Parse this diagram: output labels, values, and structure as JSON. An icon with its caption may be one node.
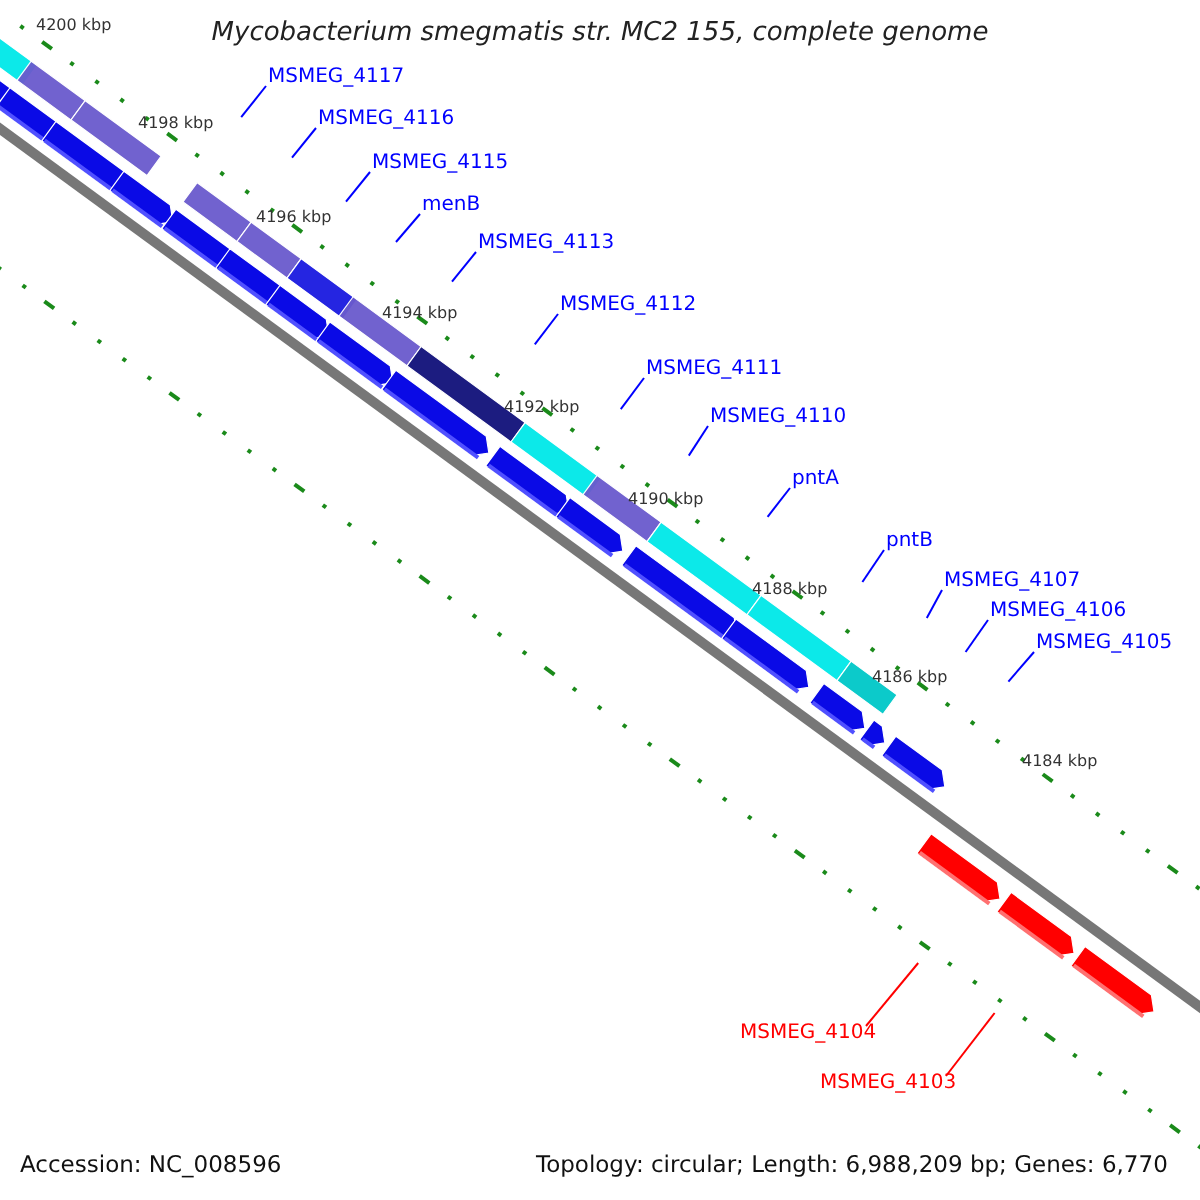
{
  "diagram": {
    "title": "Mycobacterium smegmatis str. MC2 155, complete genome",
    "nodes": [
      {
        "text": [
          "MSMEG_4117"
        ]
      },
      {
        "text": [
          "MSMEG_4116"
        ]
      },
      {
        "text": [
          "MSMEG_4115"
        ]
      },
      {
        "text": [
          "menB"
        ]
      },
      {
        "text": [
          "MSMEG_4113"
        ]
      },
      {
        "text": [
          "MSMEG_4112"
        ]
      },
      {
        "text": [
          "MSMEG_4111"
        ]
      },
      {
        "text": [
          "MSMEG_4110"
        ]
      },
      {
        "text": [
          "pntA"
        ]
      },
      {
        "text": [
          "pntB"
        ]
      },
      {
        "text": [
          "MSMEG_4107"
        ]
      },
      {
        "text": [
          "MSMEG_4106"
        ]
      },
      {
        "text": [
          "MSMEG_4105"
        ]
      },
      {
        "text": [
          "MSMEG_4104"
        ]
      },
      {
        "text": [
          "MSMEG_4103"
        ]
      }
    ],
    "edges": [
      {
        "from": 0,
        "to": null,
        "arrow": "none"
      },
      {
        "from": 1,
        "to": null,
        "arrow": "none"
      },
      {
        "from": 2,
        "to": null,
        "arrow": "none"
      },
      {
        "from": 3,
        "to": null,
        "arrow": "none"
      },
      {
        "from": 4,
        "to": null,
        "arrow": "none"
      },
      {
        "from": 5,
        "to": null,
        "arrow": "none"
      },
      {
        "from": 6,
        "to": null,
        "arrow": "none"
      },
      {
        "from": 7,
        "to": null,
        "arrow": "none"
      },
      {
        "from": 8,
        "to": null,
        "arrow": "none"
      },
      {
        "from": 9,
        "to": null,
        "arrow": "none"
      },
      {
        "from": 10,
        "to": null,
        "arrow": "none"
      },
      {
        "from": 11,
        "to": null,
        "arrow": "none"
      },
      {
        "from": 12,
        "to": null,
        "arrow": "none"
      },
      {
        "from": 13,
        "to": null,
        "arrow": "none",
        "color": "#ff0000"
      },
      {
        "from": 14,
        "to": null,
        "arrow": "none",
        "color": "#ff0000"
      }
    ],
    "labels": [
      "4200 kbp",
      "4198 kbp",
      "4196 kbp",
      "4194 kbp",
      "4192 kbp",
      "4190 kbp",
      "4188 kbp",
      "4186 kbp",
      "4184 kbp",
      "Accession: NC_008596",
      "Topology: circular; Length: 6,988,209 bp; Genes: 6,770"
    ]
  }
}
